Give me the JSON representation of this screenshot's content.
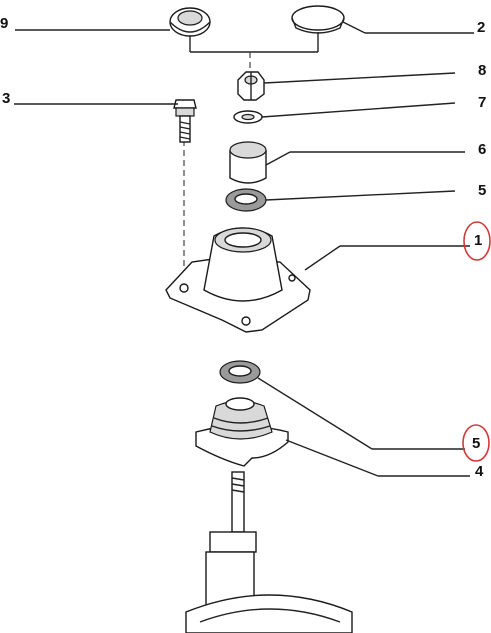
{
  "callouts": [
    {
      "id": "c9",
      "label": "9"
    },
    {
      "id": "c2",
      "label": "2"
    },
    {
      "id": "c3",
      "label": "3"
    },
    {
      "id": "c8",
      "label": "8"
    },
    {
      "id": "c7",
      "label": "7"
    },
    {
      "id": "c6",
      "label": "6"
    },
    {
      "id": "c5a",
      "label": "5"
    },
    {
      "id": "c1",
      "label": "1"
    },
    {
      "id": "c5b",
      "label": "5"
    },
    {
      "id": "c4",
      "label": "4"
    }
  ],
  "highlight_color": "#d03a3a"
}
